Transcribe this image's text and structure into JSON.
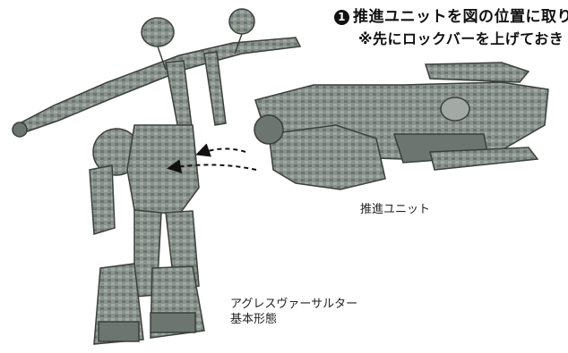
{
  "instruction": {
    "step_number": "1",
    "text": "推進ユニットを図の位置に取り付",
    "note": "※先にロックバーを上げておき"
  },
  "labels": {
    "unit": "推進ユニット",
    "robot_line1": "アグレスヴァーサルター",
    "robot_line2": "基本形態"
  },
  "colors": {
    "model_fill": "#7f8782",
    "model_dark": "#3a403c",
    "model_light": "#b4bbb6"
  }
}
